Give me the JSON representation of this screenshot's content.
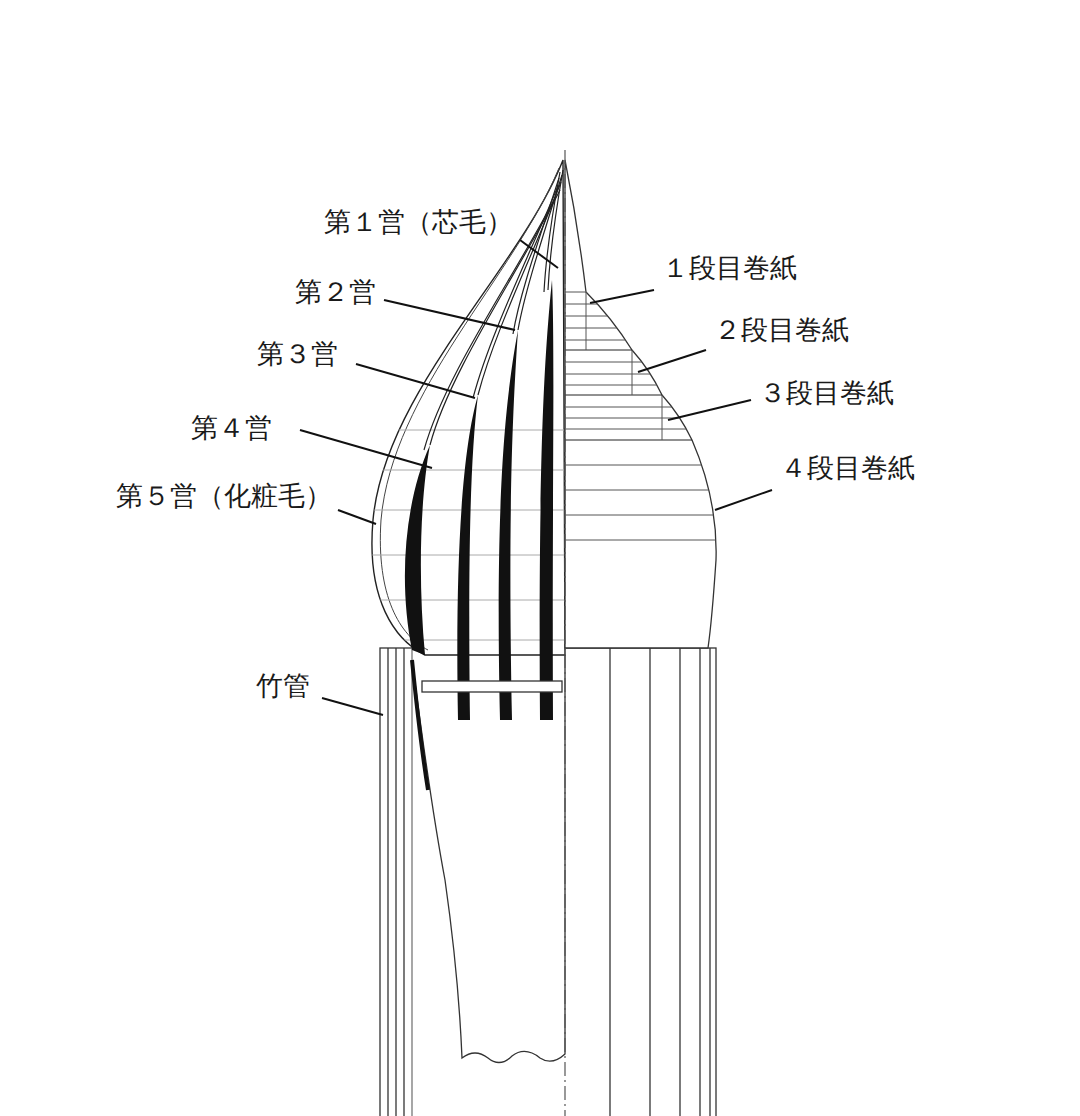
{
  "diagram": {
    "labels": [
      "第１営（芯毛）",
      "第２営",
      "第３営",
      "第４営",
      "第５営（化粧毛）",
      "竹管",
      "１段目巻紙",
      "２段目巻紙",
      "３段目巻紙",
      "４段目巻紙"
    ]
  }
}
